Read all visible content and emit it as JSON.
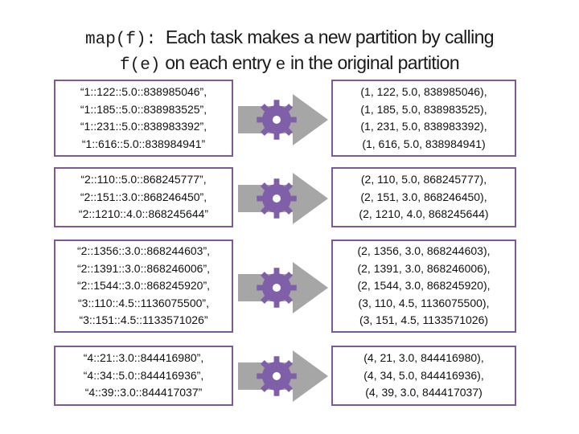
{
  "title": {
    "line1_code": "map(f):",
    "line1_text": "Each task makes a new partition by calling",
    "line2_code_f": "f(e)",
    "line2_text_a": "on each entry",
    "line2_code_e": "e",
    "line2_text_b": "in the original partition"
  },
  "colors": {
    "box_border": "#7c5a98",
    "arrow": "#a6a6a6",
    "gear": "#7f5fa8"
  },
  "icons": {
    "transform": "gear-icon",
    "flow": "right-arrow-icon"
  },
  "partitions": [
    {
      "input": [
        "“1::122::5.0::838985046”,",
        "“1::185::5.0::838983525”,",
        "“1::231::5.0::838983392”,",
        "“1::616::5.0::838984941”"
      ],
      "output": [
        "(1, 122, 5.0, 838985046),",
        "(1, 185, 5.0, 838983525),",
        "(1, 231, 5.0, 838983392),",
        "(1, 616, 5.0, 838984941)"
      ]
    },
    {
      "input": [
        "“2::110::5.0::868245777”,",
        "“2::151::3.0::868246450”,",
        "“2::1210::4.0::868245644”"
      ],
      "output": [
        "(2, 110, 5.0, 868245777),",
        "(2, 151, 3.0, 868246450),",
        "(2, 1210, 4.0, 868245644)"
      ]
    },
    {
      "input": [
        "“2::1356::3.0::868244603”,",
        "“2::1391::3.0::868246006”,",
        "“2::1544::3.0::868245920”,",
        "“3::110::4.5::1136075500”,",
        "“3::151::4.5::1133571026”"
      ],
      "output": [
        "(2, 1356, 3.0, 868244603),",
        "(2, 1391, 3.0, 868246006),",
        "(2, 1544, 3.0, 868245920),",
        "(3, 110, 4.5, 1136075500),",
        "(3, 151, 4.5, 1133571026)"
      ]
    },
    {
      "input": [
        "“4::21::3.0::844416980”,",
        "“4::34::5.0::844416936”,",
        "“4::39::3.0::844417037”"
      ],
      "output": [
        "(4, 21, 3.0, 844416980),",
        "(4, 34, 5.0, 844416936),",
        "(4, 39, 3.0, 844417037)"
      ]
    }
  ]
}
